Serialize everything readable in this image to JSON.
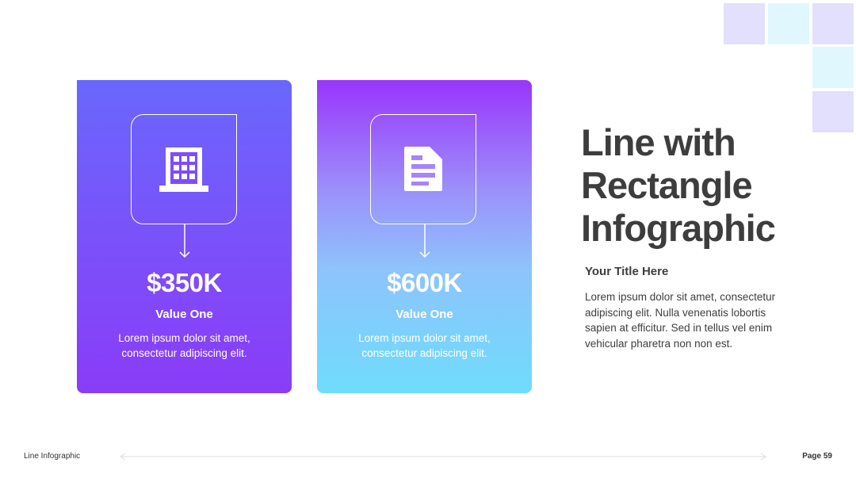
{
  "colors": {
    "title_text": "#3d3d3d",
    "card1_top": "#6a67fd",
    "card1_bottom": "#8a3cf7",
    "card2_top": "#9a35fb",
    "card2_bottom": "#6fdcfd",
    "deco_lavender": "#e2e0fd",
    "deco_cyan": "#e0f8fd"
  },
  "cards": [
    {
      "icon": "building-icon",
      "value": "$350K",
      "label": "Value One",
      "description": "Lorem ipsum dolor sit amet, consectetur adipiscing elit."
    },
    {
      "icon": "document-icon",
      "value": "$600K",
      "label": "Value One",
      "description": "Lorem ipsum dolor sit amet, consectetur adipiscing elit."
    }
  ],
  "heading": {
    "title": "Line with Rectangle Infographic",
    "subtitle": "Your Title Here",
    "body": "Lorem ipsum dolor sit amet, consectetur adipiscing elit. Nulla venenatis lobortis sapien at efficitur. Sed in tellus vel enim vehicular pharetra non non est."
  },
  "footer": {
    "left": "Line Infographic",
    "right": "Page 59"
  }
}
